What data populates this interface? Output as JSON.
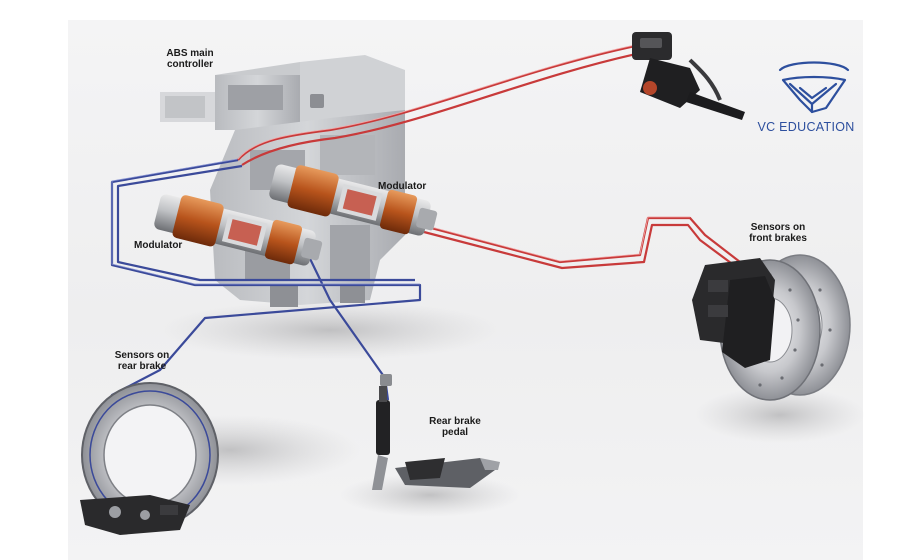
{
  "labels": {
    "abs_controller": "ABS main\ncontroller",
    "modulator_upper": "Modulator",
    "modulator_lower": "Modulator",
    "sensors_front": "Sensors on\nfront brakes",
    "sensors_rear": "Sensors on\nrear brake",
    "rear_pedal": "Rear brake\npedal"
  },
  "logo": {
    "brand_text": "VC EDUCATION",
    "color": "#2d4f9e"
  },
  "colors": {
    "front_brake_line": "#c83a3a",
    "rear_brake_line": "#3b4a9a",
    "modulator_accent": "#b8541c"
  }
}
